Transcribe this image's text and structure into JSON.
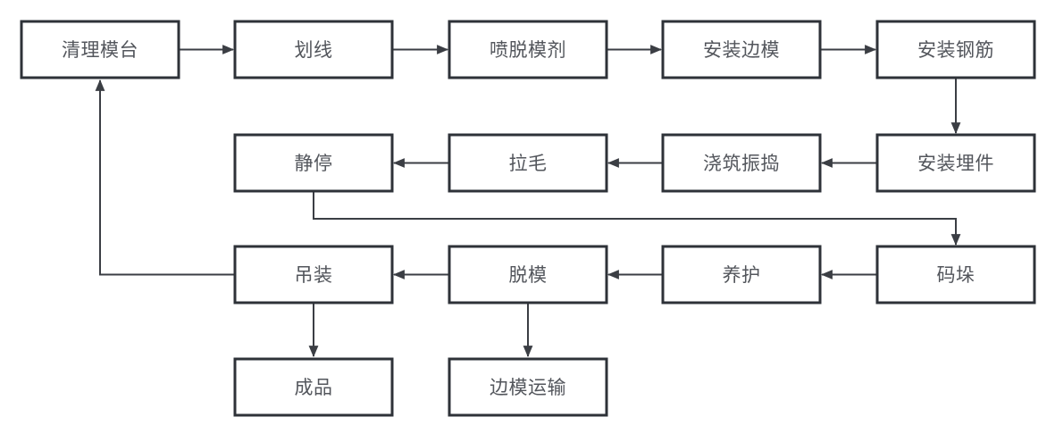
{
  "diagram": {
    "type": "flowchart",
    "language": "zh-CN",
    "colors": {
      "background": "#ffffff",
      "node_fill": "#ffffff",
      "node_border": "#2e3238",
      "connector": "#3b3e44",
      "label_text": "#53565c"
    },
    "nodes": [
      {
        "id": "clean-mold-table",
        "label": "清理模台"
      },
      {
        "id": "marking",
        "label": "划线"
      },
      {
        "id": "spray-release-agent",
        "label": "喷脱模剂"
      },
      {
        "id": "install-side-mold",
        "label": "安装边模"
      },
      {
        "id": "install-rebar",
        "label": "安装钢筋"
      },
      {
        "id": "install-embedded-parts",
        "label": "安装埋件"
      },
      {
        "id": "pour-and-vibrate",
        "label": "浇筑振捣"
      },
      {
        "id": "roughening",
        "label": "拉毛"
      },
      {
        "id": "static-rest",
        "label": "静停"
      },
      {
        "id": "stacking",
        "label": "码垛"
      },
      {
        "id": "curing",
        "label": "养护"
      },
      {
        "id": "demolding",
        "label": "脱模"
      },
      {
        "id": "hoisting",
        "label": "吊装"
      },
      {
        "id": "finished-product",
        "label": "成品"
      },
      {
        "id": "side-mold-transport",
        "label": "边模运输"
      }
    ],
    "edges": [
      {
        "from": "清理模台",
        "to": "划线"
      },
      {
        "from": "划线",
        "to": "喷脱模剂"
      },
      {
        "from": "喷脱模剂",
        "to": "安装边模"
      },
      {
        "from": "安装边模",
        "to": "安装钢筋"
      },
      {
        "from": "安装钢筋",
        "to": "安装埋件"
      },
      {
        "from": "安装埋件",
        "to": "浇筑振捣"
      },
      {
        "from": "浇筑振捣",
        "to": "拉毛"
      },
      {
        "from": "拉毛",
        "to": "静停"
      },
      {
        "from": "静停",
        "to": "码垛"
      },
      {
        "from": "码垛",
        "to": "养护"
      },
      {
        "from": "养护",
        "to": "脱模"
      },
      {
        "from": "脱模",
        "to": "吊装"
      },
      {
        "from": "吊装",
        "to": "清理模台"
      },
      {
        "from": "吊装",
        "to": "成品"
      },
      {
        "from": "脱模",
        "to": "边模运输"
      }
    ]
  }
}
